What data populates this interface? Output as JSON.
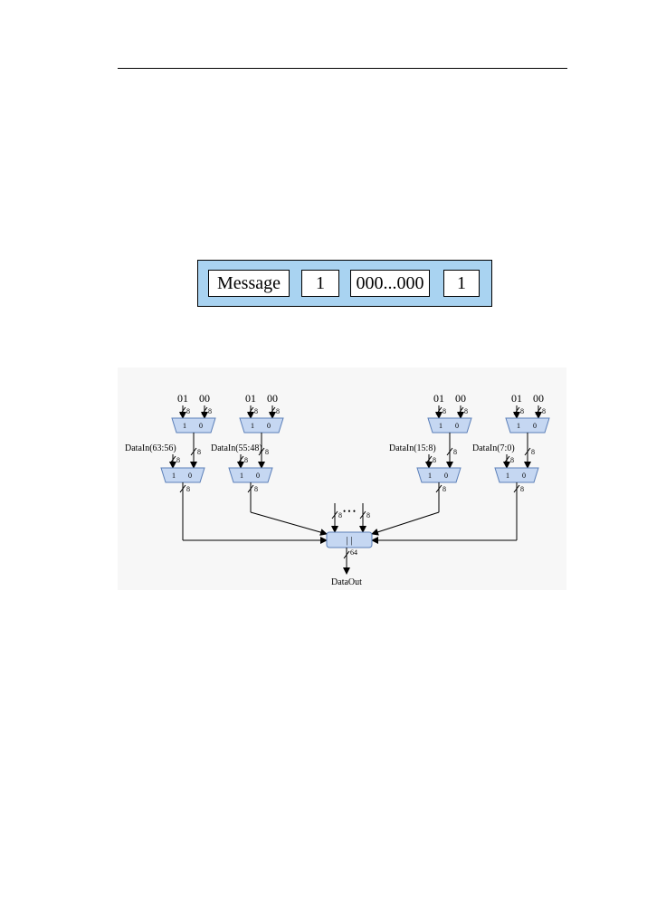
{
  "message_format": {
    "fields": [
      "Message",
      "1",
      "000...000",
      "1"
    ]
  },
  "circuit": {
    "mux_units": [
      {
        "input_labels": [
          "01",
          "00"
        ],
        "data_label": "DataIn(63:56)"
      },
      {
        "input_labels": [
          "01",
          "00"
        ],
        "data_label": "DataIn(55:48)"
      },
      {
        "input_labels": [
          "01",
          "00"
        ],
        "data_label": "DataIn(15:8)"
      },
      {
        "input_labels": [
          "01",
          "00"
        ],
        "data_label": "DataIn(7:0)"
      }
    ],
    "mux_port_labels": [
      "1",
      "0"
    ],
    "bus_width_label": "8",
    "concat_label": "| |",
    "concat_ellipsis": "• • •",
    "output_width_label": "64",
    "output_label": "DataOut",
    "colors": {
      "mux_fill": "#c5d7f2",
      "mux_stroke": "#5b7fb8",
      "wire": "#000000",
      "panel_bg": "#f7f7f7",
      "message_bg": "#a9d3f1"
    }
  }
}
